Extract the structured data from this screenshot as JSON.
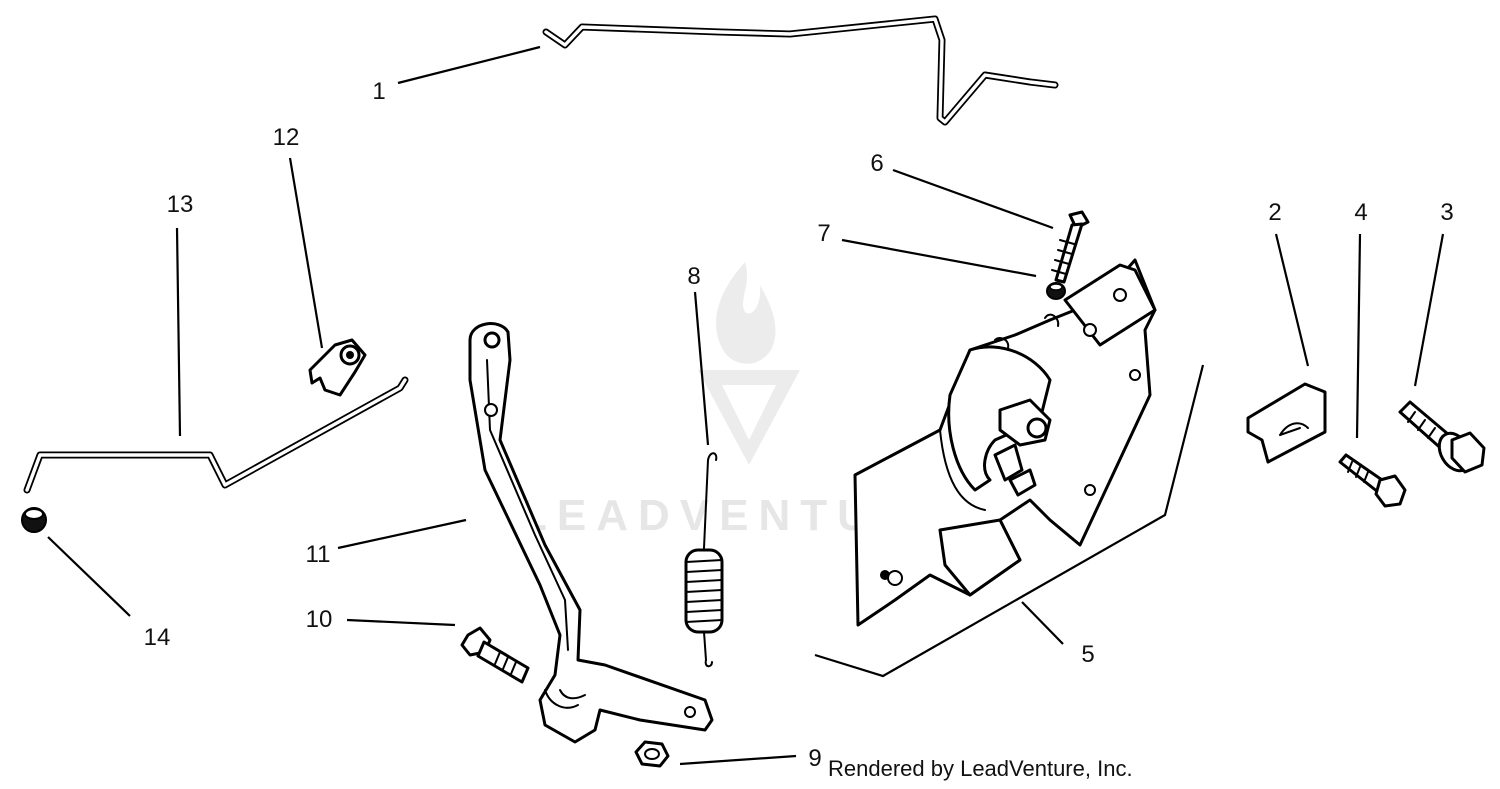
{
  "diagram": {
    "watermark": {
      "brand": "LEADVENTURE",
      "icon": "flame-v-logo-icon"
    },
    "credit": "Rendered by LeadVenture, Inc.",
    "callouts": [
      "1",
      "2",
      "3",
      "4",
      "5",
      "6",
      "7",
      "8",
      "9",
      "10",
      "11",
      "12",
      "13",
      "14"
    ]
  }
}
